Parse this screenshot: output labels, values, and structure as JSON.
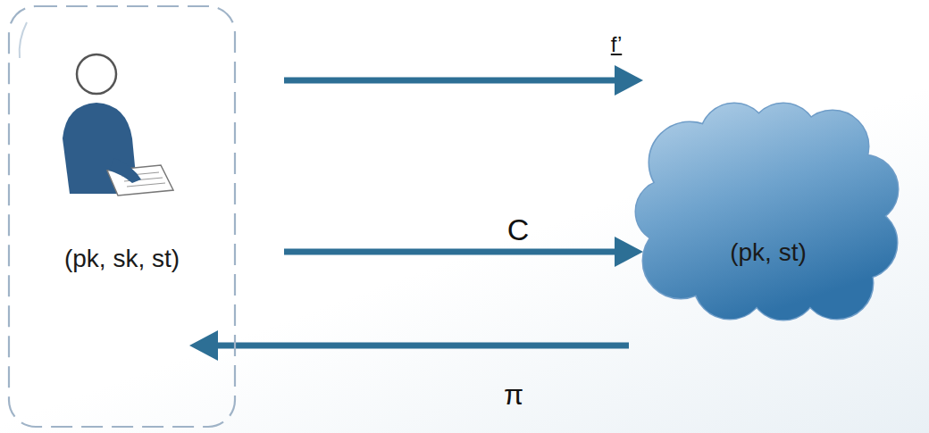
{
  "diagram": {
    "nodes": [
      {
        "text": [
          "(pk, sk, st)"
        ]
      },
      {
        "text": [
          "(pk, st)"
        ]
      }
    ],
    "edges": [
      {
        "from": 0,
        "to": 1,
        "label": "f’",
        "arrow": "to"
      },
      {
        "from": 0,
        "to": 1,
        "label": "C",
        "arrow": "to"
      },
      {
        "from": 1,
        "to": 0,
        "label": "π",
        "arrow": "to"
      }
    ]
  }
}
